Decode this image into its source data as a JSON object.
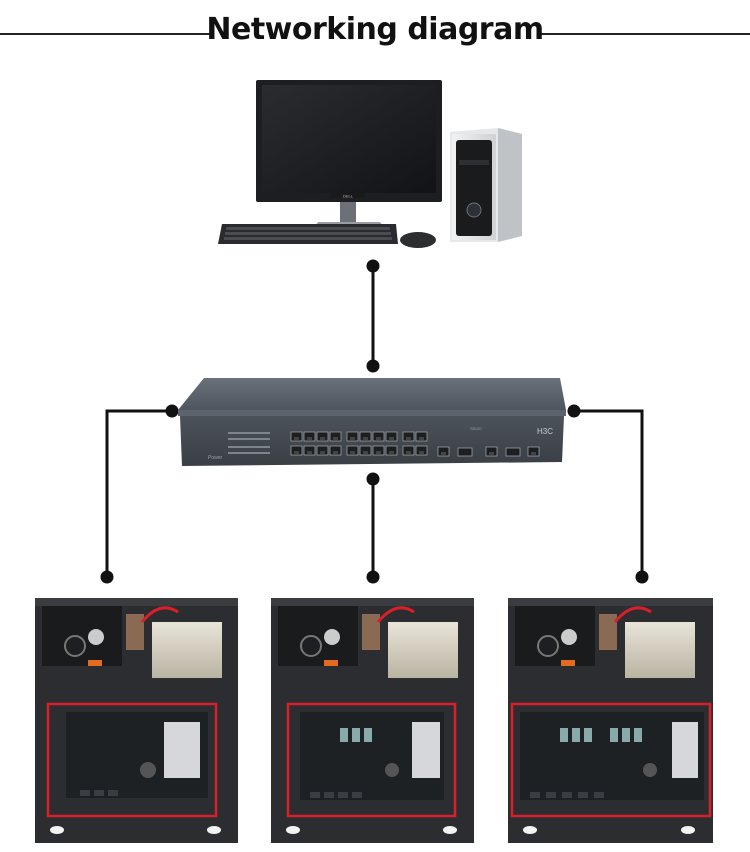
{
  "title": "Networking diagram",
  "device_labels": {
    "switch_brand": "H3C",
    "switch_model": "S5120",
    "monitor_brand": "DELL",
    "power_label": "Power"
  },
  "nodes": [
    {
      "id": "computer",
      "name": "computer"
    },
    {
      "id": "switch",
      "name": "network switch"
    },
    {
      "id": "controller-1",
      "name": "access controller 1"
    },
    {
      "id": "controller-2",
      "name": "access controller 2"
    },
    {
      "id": "controller-3",
      "name": "access controller 3"
    }
  ],
  "edges": [
    {
      "from": "computer",
      "to": "switch"
    },
    {
      "from": "switch",
      "to": "controller-1"
    },
    {
      "from": "switch",
      "to": "controller-2"
    },
    {
      "from": "switch",
      "to": "controller-3"
    }
  ],
  "colors": {
    "highlight_frame": "#d8202a",
    "switch_body": "#4a5058",
    "cabinet": "#2b2d30",
    "line": "#111111"
  }
}
